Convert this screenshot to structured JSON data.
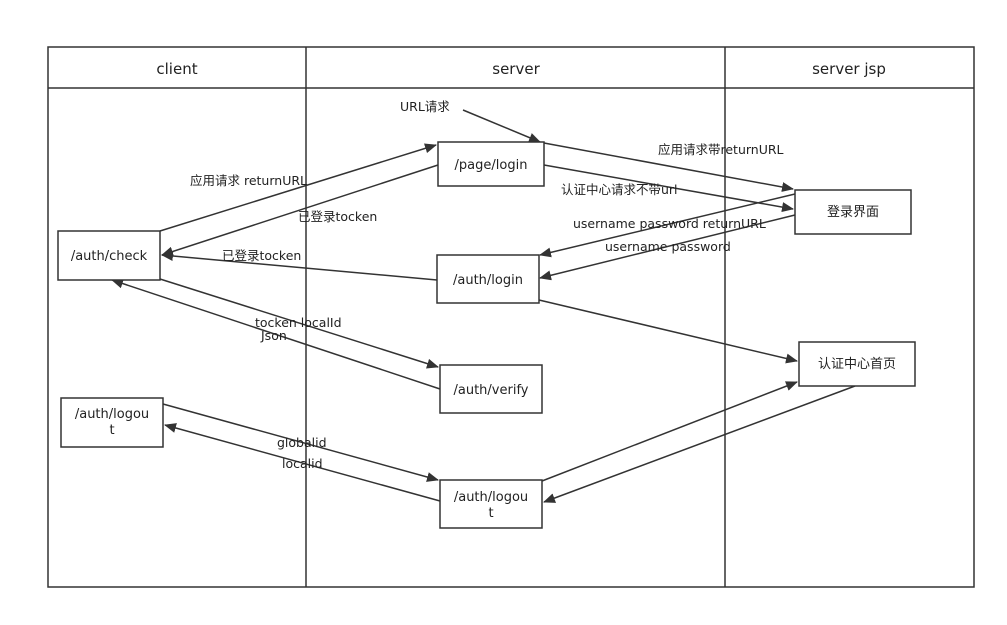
{
  "lanes": {
    "client": "client",
    "server": "server",
    "server_jsp": "server jsp"
  },
  "nodes": {
    "auth_check": "/auth/check",
    "auth_logout_client_l1": "/auth/logou",
    "auth_logout_client_l2": "t",
    "page_login": "/page/login",
    "auth_login": "/auth/login",
    "auth_verify": "/auth/verify",
    "auth_logout_server_l1": "/auth/logou",
    "auth_logout_server_l2": "t",
    "login_page": "登录界面",
    "auth_center_home": "认证中心首页"
  },
  "edges": {
    "url_request": "URL请求",
    "app_request_return_url": "应用请求 returnURL",
    "logged_in_token_1": "已登录tocken",
    "app_request_with_return_url": "应用请求带returnURL",
    "auth_center_request_no_url": "认证中心请求不带url",
    "username_password_return_url": "username password returnURL",
    "username_password": "username password",
    "logged_in_token_2": "已登录tocken",
    "tocken_local_id": "tocken localId",
    "json": "Json",
    "global_id": "globalid",
    "local_id": "localid"
  }
}
